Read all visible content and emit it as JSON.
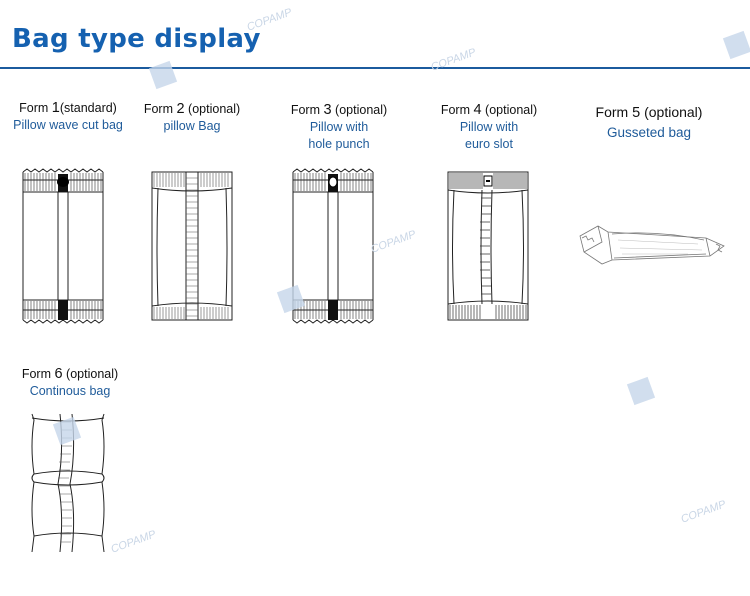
{
  "page": {
    "title": "Bag type display",
    "watermark": "COPAMP"
  },
  "forms": [
    {
      "word": "Form",
      "number": "1",
      "note": "(standard)",
      "lines": [
        "Pillow wave cut bag"
      ]
    },
    {
      "word": "Form",
      "number": "2",
      "note": "(optional)",
      "lines": [
        "pillow Bag"
      ]
    },
    {
      "word": "Form",
      "number": "3",
      "note": "(optional)",
      "lines": [
        "Pillow with",
        "hole punch"
      ]
    },
    {
      "word": "Form",
      "number": "4",
      "note": "(optional)",
      "lines": [
        "Pillow with",
        "euro slot"
      ]
    },
    {
      "word": "Form",
      "number": "5",
      "note": "(optional)",
      "lines": [
        "Gusseted bag"
      ]
    },
    {
      "word": "Form",
      "number": "6",
      "note": "(optional)",
      "lines": [
        "Continous bag"
      ]
    }
  ],
  "colors": {
    "title": "#1561b0",
    "rule": "#1b5b9e",
    "subtitle": "#1f5b9a"
  }
}
